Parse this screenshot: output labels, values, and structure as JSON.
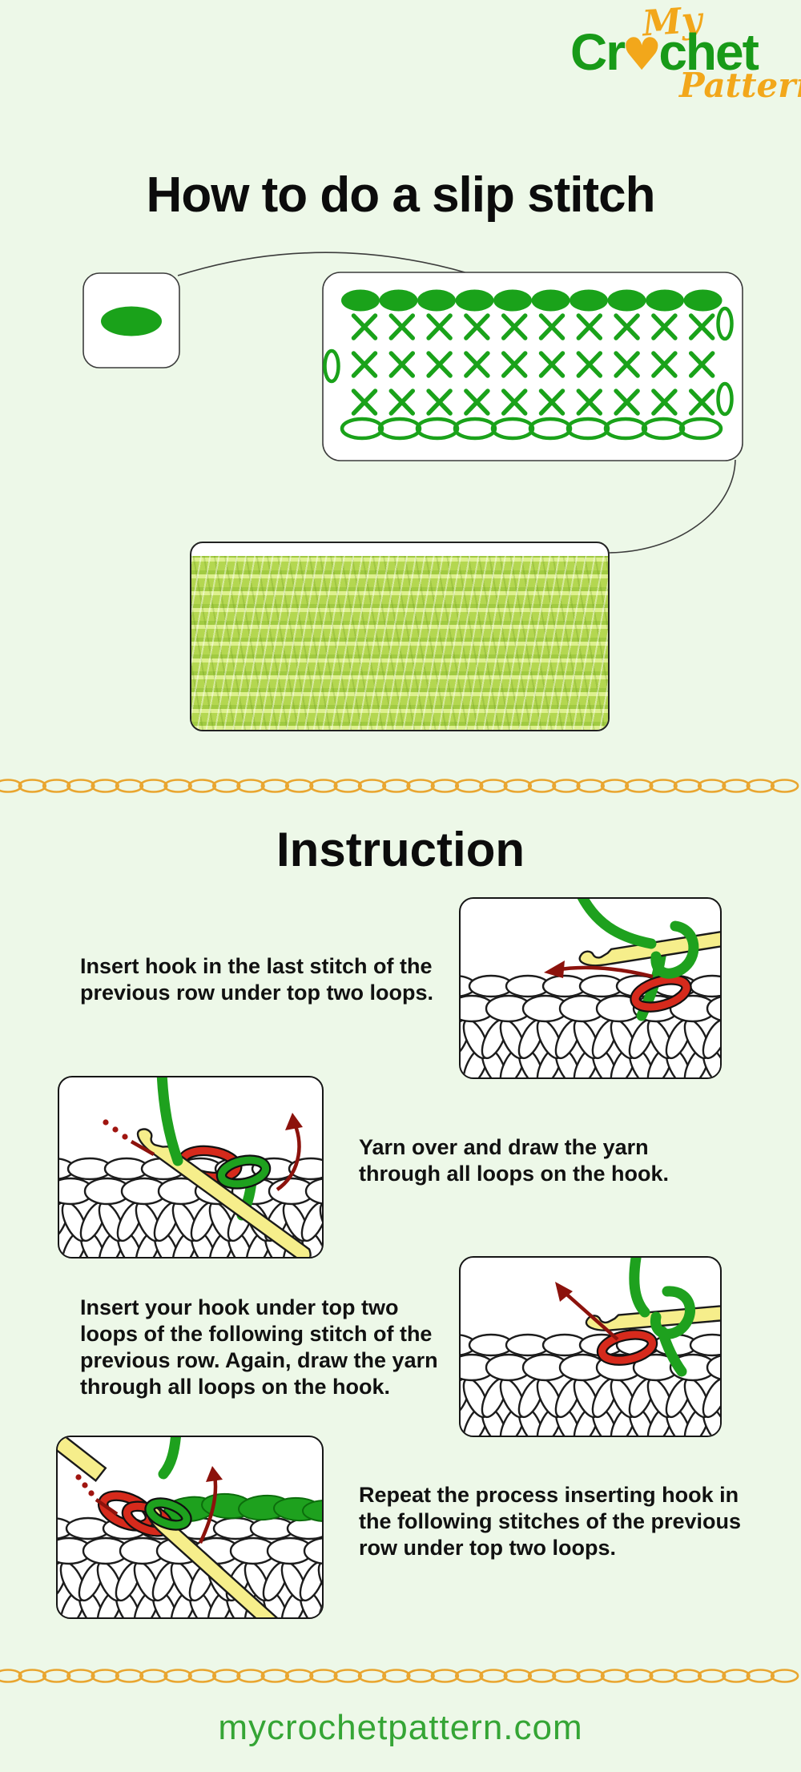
{
  "page": {
    "background_color": "#edf8e8"
  },
  "logo": {
    "word_my": "My",
    "word_crochet_start": "Cr",
    "word_crochet_end": "chet",
    "word_pattern": "Pattern",
    "heart_icon": "yarn-heart",
    "green": "#189a18",
    "orange": "#f2a71b"
  },
  "heading": {
    "title": "How to do a slip stitch"
  },
  "diagram": {
    "symbol_color": "#1aa21a",
    "legend_symbol": {
      "type": "slip-stitch-filled-oval"
    },
    "chart_rows": [
      {
        "type": "filled-ovals",
        "count": 10
      },
      {
        "type": "x-stitches",
        "count": 10,
        "turn_ellipse": "right"
      },
      {
        "type": "x-stitches",
        "count": 10,
        "turn_ellipse": "left"
      },
      {
        "type": "x-stitches",
        "count": 10,
        "turn_ellipse": "right"
      },
      {
        "type": "chain-ovals",
        "count": 10
      }
    ]
  },
  "section": {
    "heading": "Instruction"
  },
  "steps": [
    {
      "text": "Insert hook in the last stitch of the previous row under top two loops.",
      "image_side": "right"
    },
    {
      "text": "Yarn over and draw the yarn through all loops on the hook.",
      "image_side": "left"
    },
    {
      "text": "Insert your hook under top two loops of the following stitch of the previous row. Again, draw the yarn through all loops on the hook.",
      "image_side": "right"
    },
    {
      "text": "Repeat the process inserting hook in the following stitches of the previous row under top two loops.",
      "image_side": "left"
    }
  ],
  "divider": {
    "style": "chain",
    "color": "#e9a52f"
  },
  "footer": {
    "website": "mycrochetpattern.com",
    "color": "#35a535"
  }
}
